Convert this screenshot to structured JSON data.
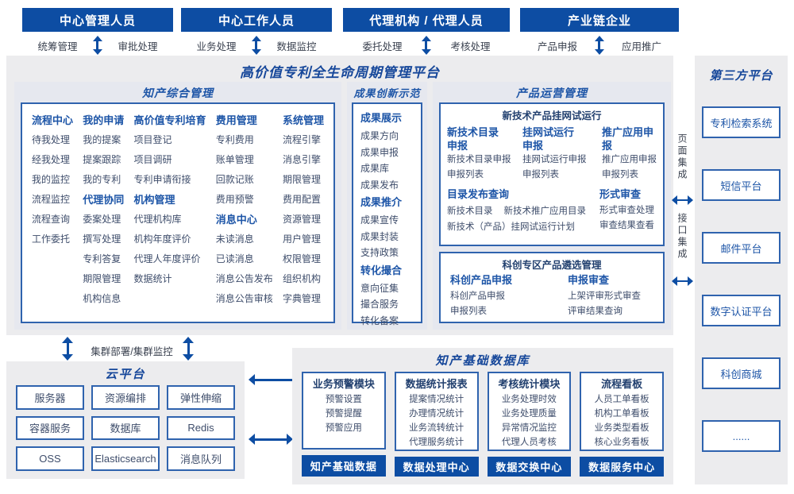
{
  "platform_title": "高价值专利全生命周期管理平台",
  "roles": [
    {
      "title": "中心管理人员",
      "left": "统筹管理",
      "right": "审批处理"
    },
    {
      "title": "中心工作人员",
      "left": "业务处理",
      "right": "数据监控"
    },
    {
      "title": "代理机构 / 代理人员",
      "left": "委托处理",
      "right": "考核处理"
    },
    {
      "title": "产业链企业",
      "left": "产品申报",
      "right": "应用推广"
    }
  ],
  "ip": {
    "title": "知产综合管理",
    "col1": [
      {
        "c": "hd",
        "x": "流程中心"
      },
      {
        "c": "it",
        "x": "待我处理"
      },
      {
        "c": "it",
        "x": "经我处理"
      },
      {
        "c": "it",
        "x": "我的监控"
      },
      {
        "c": "it",
        "x": "流程监控"
      },
      {
        "c": "it",
        "x": "流程查询"
      },
      {
        "c": "it",
        "x": "工作委托"
      }
    ],
    "col2": [
      {
        "c": "hd",
        "x": "我的申请"
      },
      {
        "c": "it",
        "x": "我的提案"
      },
      {
        "c": "it",
        "x": "提案跟踪"
      },
      {
        "c": "it",
        "x": "我的专利"
      },
      {
        "c": "hd",
        "x": "代理协同"
      },
      {
        "c": "it",
        "x": "委案处理"
      },
      {
        "c": "it",
        "x": "撰写处理"
      },
      {
        "c": "it",
        "x": "专利答复"
      },
      {
        "c": "it",
        "x": "期限管理"
      },
      {
        "c": "it",
        "x": "机构信息"
      }
    ],
    "col3": [
      {
        "c": "hd",
        "x": "高价值专利培育"
      },
      {
        "c": "it",
        "x": "项目登记"
      },
      {
        "c": "it",
        "x": "项目调研"
      },
      {
        "c": "it",
        "x": "专利申请衔接"
      },
      {
        "c": "hd",
        "x": "机构管理"
      },
      {
        "c": "it",
        "x": "代理机构库"
      },
      {
        "c": "it",
        "x": "机构年度评价"
      },
      {
        "c": "it",
        "x": "代理人年度评价"
      },
      {
        "c": "it",
        "x": "数据统计"
      }
    ],
    "col4": [
      {
        "c": "hd",
        "x": "费用管理"
      },
      {
        "c": "it",
        "x": "专利费用"
      },
      {
        "c": "it",
        "x": "账单管理"
      },
      {
        "c": "it",
        "x": "回款记账"
      },
      {
        "c": "it",
        "x": "费用预警"
      },
      {
        "c": "hd",
        "x": "消息中心"
      },
      {
        "c": "it",
        "x": "未读消息"
      },
      {
        "c": "it",
        "x": "已读消息"
      },
      {
        "c": "it",
        "x": "消息公告发布"
      },
      {
        "c": "it",
        "x": "消息公告审核"
      }
    ],
    "col5": [
      {
        "c": "hd",
        "x": "系统管理"
      },
      {
        "c": "it",
        "x": "流程引擎"
      },
      {
        "c": "it",
        "x": "消息引擎"
      },
      {
        "c": "it",
        "x": "期限管理"
      },
      {
        "c": "it",
        "x": "费用配置"
      },
      {
        "c": "it",
        "x": "资源管理"
      },
      {
        "c": "it",
        "x": "用户管理"
      },
      {
        "c": "it",
        "x": "权限管理"
      },
      {
        "c": "it",
        "x": "组织机构"
      },
      {
        "c": "it",
        "x": "字典管理"
      }
    ]
  },
  "innovation": {
    "title": "成果创新示范",
    "entries": [
      {
        "c": "hd",
        "x": "成果展示"
      },
      {
        "c": "it",
        "x": "成果方向"
      },
      {
        "c": "it",
        "x": "成果申报"
      },
      {
        "c": "it",
        "x": "成果库"
      },
      {
        "c": "it",
        "x": "成果发布"
      },
      {
        "c": "hd",
        "x": "成果推介"
      },
      {
        "c": "it",
        "x": "成果宣传"
      },
      {
        "c": "it",
        "x": "成果封装"
      },
      {
        "c": "it",
        "x": "支持政策"
      },
      {
        "c": "hd",
        "x": "转化撮合"
      },
      {
        "c": "it",
        "x": "意向征集"
      },
      {
        "c": "it",
        "x": "撮合服务"
      },
      {
        "c": "it",
        "x": "转化备案"
      }
    ]
  },
  "product": {
    "title": "产品运营管理",
    "boxA": {
      "title": "新技术产品挂网试运行",
      "cols": [
        {
          "heading": "新技术目录申报",
          "items": [
            "新技术目录申报",
            "申报列表"
          ]
        },
        {
          "heading": "挂网试运行申报",
          "items": [
            "挂网试运行申报",
            "申报列表"
          ]
        },
        {
          "heading": "推广应用申报",
          "items": [
            "推广应用申报",
            "申报列表"
          ]
        }
      ],
      "query": {
        "heading": "目录发布查询",
        "items": [
          "新技术目录",
          "新技术推广应用目录",
          "新技术（产品）挂网试运行计划"
        ]
      },
      "review": {
        "heading": "形式审查",
        "items": [
          "形式审查处理",
          "审查结果查看"
        ]
      }
    },
    "boxB": {
      "title": "科创专区产品遴选管理",
      "cols": [
        {
          "heading": "科创产品申报",
          "items": [
            "科创产品申报",
            "申报列表"
          ]
        },
        {
          "heading": "申报审查",
          "items": [
            "上架评审形式审查",
            "评审结果查询"
          ]
        }
      ]
    }
  },
  "integration": {
    "page": "页面集成",
    "api": "接口集成"
  },
  "third_party": {
    "title": "第三方平台",
    "boxes": [
      "专利检索系统",
      "短信平台",
      "邮件平台",
      "数字认证平台",
      "科创商城",
      "......"
    ]
  },
  "cluster_label": "集群部署/集群监控",
  "cloud": {
    "title": "云平台",
    "boxes": [
      "服务器",
      "资源编排",
      "弹性伸缩",
      "容器服务",
      "数据库",
      "Redis",
      "OSS",
      "Elasticsearch",
      "消息队列"
    ]
  },
  "database": {
    "title": "知产基础数据库",
    "columns": [
      {
        "heading": "业务预警模块",
        "items": [
          "预警设置",
          "预警提醒",
          "预警应用"
        ],
        "footer": "知产基础数据"
      },
      {
        "heading": "数据统计报表",
        "items": [
          "提案情况统计",
          "办理情况统计",
          "业务流转统计",
          "代理服务统计"
        ],
        "footer": "数据处理中心"
      },
      {
        "heading": "考核统计模块",
        "items": [
          "业务处理时效",
          "业务处理质量",
          "异常情况监控",
          "代理人员考核"
        ],
        "footer": "数据交换中心"
      },
      {
        "heading": "流程看板",
        "items": [
          "人员工单看板",
          "机构工单看板",
          "业务类型看板",
          "核心业务看板"
        ],
        "footer": "数据服务中心"
      }
    ]
  }
}
